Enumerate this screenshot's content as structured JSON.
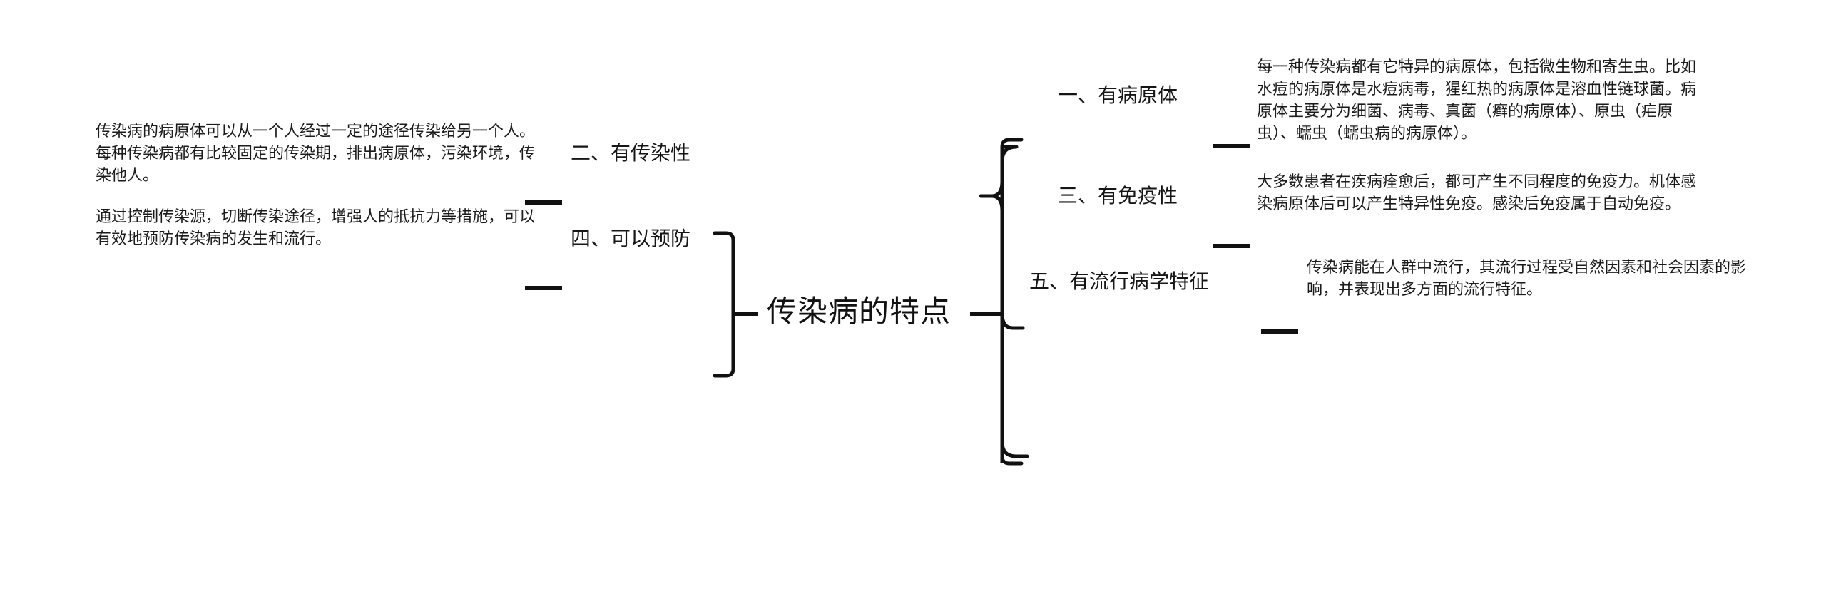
{
  "diagram": {
    "type": "mind-map",
    "title": "传染病的特点",
    "orientation": "horizontal-two-sided",
    "colors": {
      "background": "#ffffff",
      "text": "#1a1a1a",
      "connector": "#111111"
    }
  },
  "root": {
    "label": "传染病的特点"
  },
  "branches": [
    {
      "id": 1,
      "side": "right",
      "label": "一、有病原体",
      "detail": "每一种传染病都有它特异的病原体，包括微生物和寄生虫。比如水痘的病原体是水痘病毒，猩红热的病原体是溶血性链球菌。病原体主要分为细菌、病毒、真菌（癣的病原体）、原虫（疟原虫）、蠕虫（蠕虫病的病原体）。"
    },
    {
      "id": 2,
      "side": "left",
      "label": "二、有传染性",
      "detail": "传染病的病原体可以从一个人经过一定的途径传染给另一个人。每种传染病都有比较固定的传染期，排出病原体，污染环境，传染他人。"
    },
    {
      "id": 3,
      "side": "right",
      "label": "三、有免疫性",
      "detail": "大多数患者在疾病痊愈后，都可产生不同程度的免疫力。机体感染病原体后可以产生特异性免疫。感染后免疫属于自动免疫。"
    },
    {
      "id": 4,
      "side": "left",
      "label": "四、可以预防",
      "detail": "通过控制传染源，切断传染途径，增强人的抵抗力等措施，可以有效地预防传染病的发生和流行。"
    },
    {
      "id": 5,
      "side": "right",
      "label": "五、有流行病学特征",
      "detail": "传染病能在人群中流行，其流行过程受自然因素和社会因素的影响，并表现出多方面的流行特征。"
    }
  ]
}
